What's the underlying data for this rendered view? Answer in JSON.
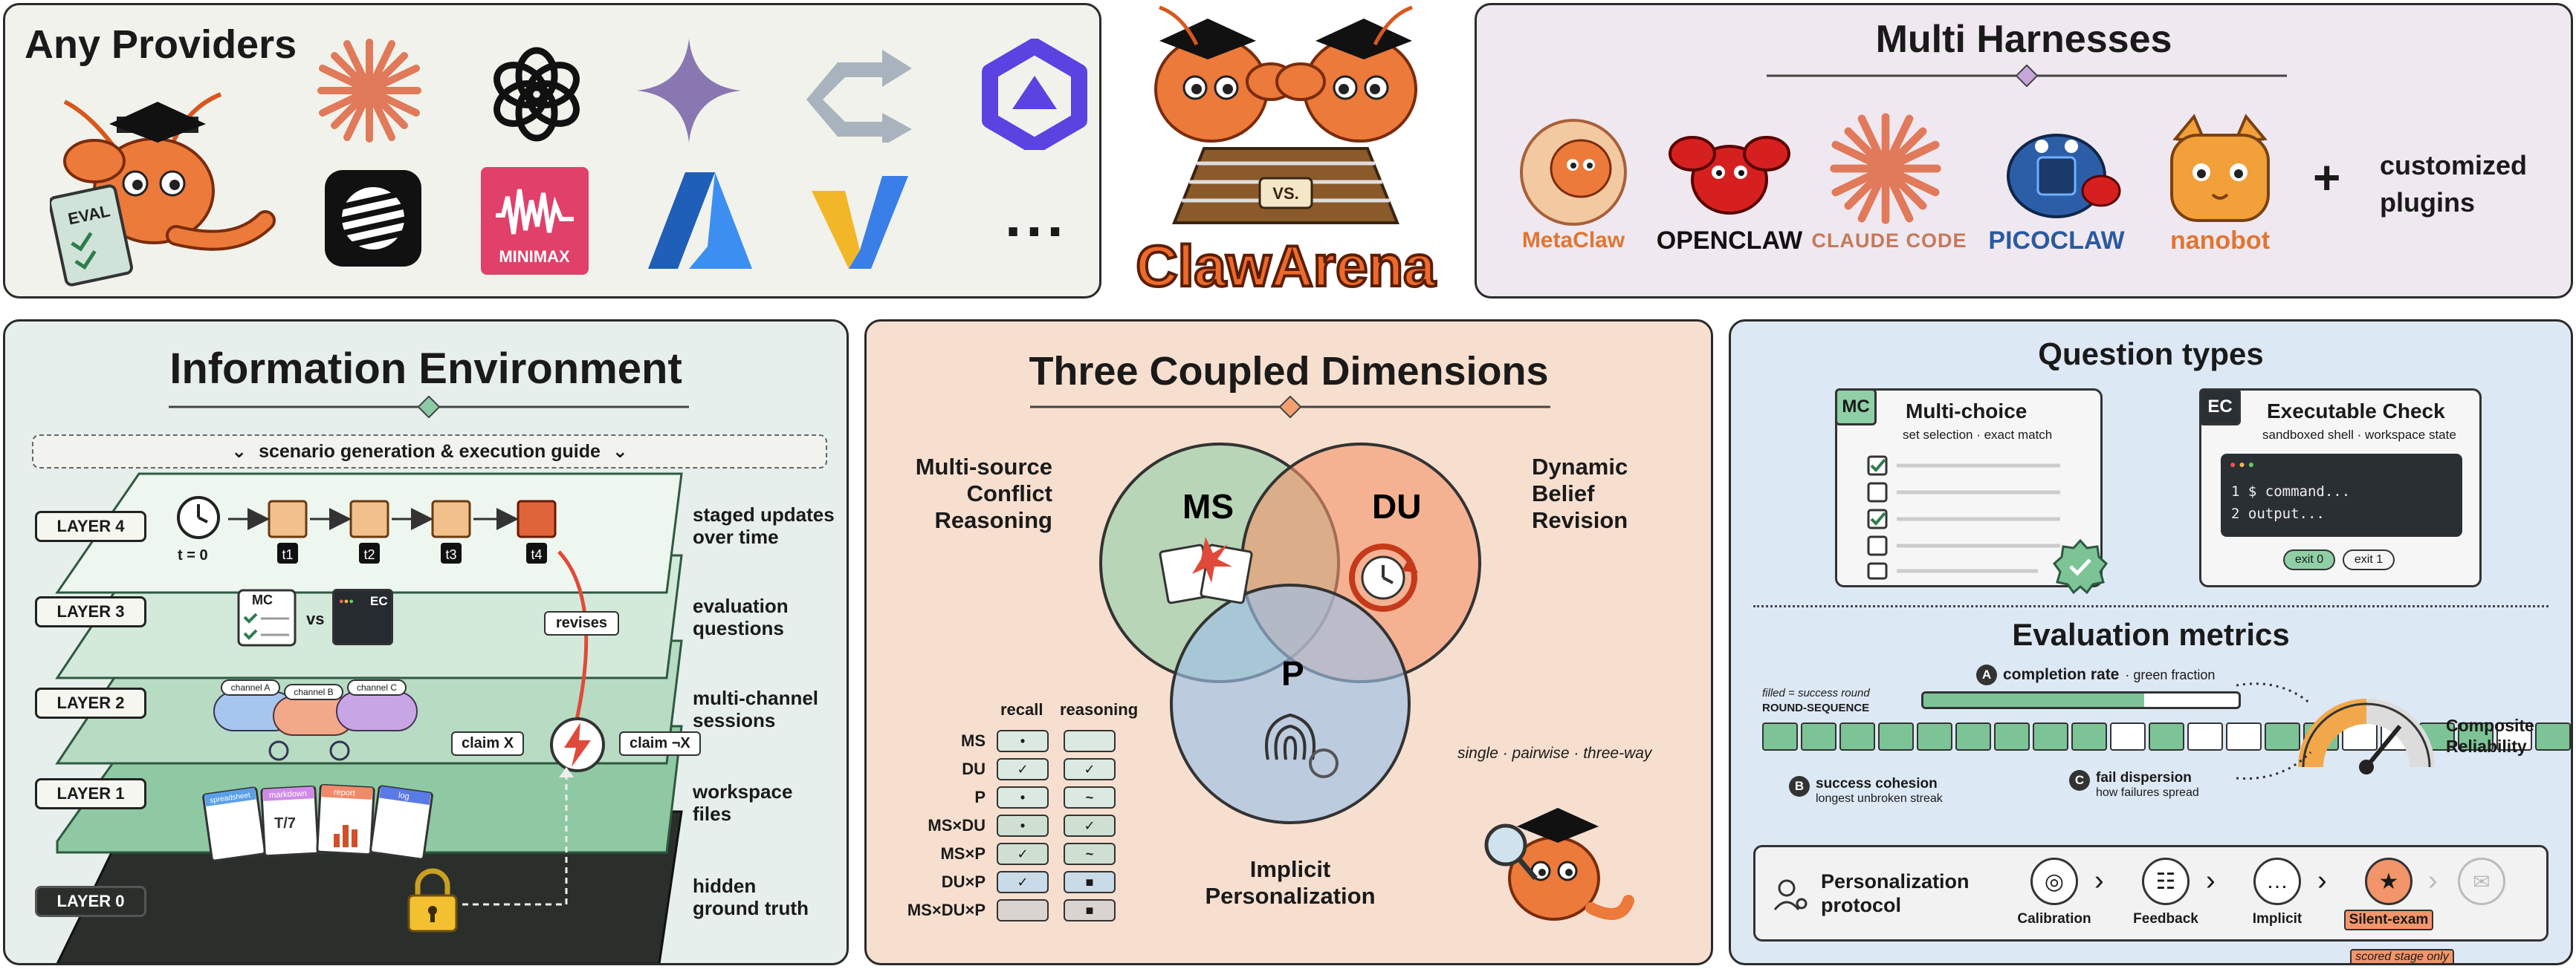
{
  "providers": {
    "title": "Any Providers",
    "eval_label": "EVAL",
    "minimax_label": "MINIMAX",
    "more": "...",
    "icons": [
      "anthropic-burst-icon",
      "openai-knot-icon",
      "gemini-star-icon",
      "arrow-logo-icon",
      "qwen-hex-icon",
      "stripes-logo-icon",
      "minimax-icon",
      "azure-icon",
      "v-logo-icon"
    ]
  },
  "center_logo": {
    "title": "ClawArena",
    "vs": "VS."
  },
  "harnesses": {
    "title": "Multi Harnesses",
    "items": [
      "MetaClaw",
      "OPENCLAW",
      "CLAUDE CODE",
      "PICOCLAW",
      "nanobot"
    ],
    "plus": "+",
    "extra_line1": "customized",
    "extra_line2": "plugins"
  },
  "info_env": {
    "title": "Information Environment",
    "guide": "scenario generation & execution guide",
    "layers": [
      {
        "label": "LAYER 4",
        "desc1": "staged updates",
        "desc2": "over time"
      },
      {
        "label": "LAYER 3",
        "desc1": "evaluation",
        "desc2": "questions"
      },
      {
        "label": "LAYER 2",
        "desc1": "multi-channel",
        "desc2": "sessions"
      },
      {
        "label": "LAYER 1",
        "desc1": "workspace",
        "desc2": "files"
      },
      {
        "label": "LAYER 0",
        "desc1": "hidden",
        "desc2": "ground truth"
      }
    ],
    "t0": "t = 0",
    "timesteps": [
      "t1",
      "t2",
      "t3",
      "t4"
    ],
    "revises": "revises",
    "mc": "MC",
    "vs": "vs",
    "ec": "EC",
    "channels": [
      "channel A",
      "channel B",
      "channel C"
    ],
    "claim_x": "claim X",
    "claim_not_x": "claim ¬X",
    "files": [
      "spreadsheet",
      "markdown",
      "report",
      "log"
    ],
    "file_glyph": "T/7"
  },
  "dimensions": {
    "title": "Three Coupled Dimensions",
    "ms_short": "MS",
    "du_short": "DU",
    "p_short": "P",
    "ms_line1": "Multi-source",
    "ms_line2": "Conflict",
    "ms_line3": "Reasoning",
    "du_line1": "Dynamic",
    "du_line2": "Belief",
    "du_line3": "Revision",
    "p_line1": "Implicit",
    "p_line2": "Personalization",
    "col_recall": "recall",
    "col_reasoning": "reasoning",
    "rows": [
      {
        "name": "MS",
        "recall": "•",
        "reasoning": ""
      },
      {
        "name": "DU",
        "recall": "✓",
        "reasoning": "✓"
      },
      {
        "name": "P",
        "recall": "•",
        "reasoning": "~"
      },
      {
        "name": "MS×DU",
        "recall": "•",
        "reasoning": "✓"
      },
      {
        "name": "MS×P",
        "recall": "✓",
        "reasoning": "~"
      },
      {
        "name": "DU×P",
        "recall": "✓",
        "reasoning": "■"
      },
      {
        "name": "MS×DU×P",
        "recall": "",
        "reasoning": "■"
      }
    ],
    "legend": "single · pairwise · three-way"
  },
  "qtypes": {
    "title": "Question types",
    "mc_badge": "MC",
    "mc_title": "Multi-choice",
    "mc_sub": "set selection · exact match",
    "ec_badge": "EC",
    "ec_title": "Executable Check",
    "ec_sub": "sandboxed shell · workspace state",
    "code1": "$ command...",
    "code2": "output...",
    "exit0": "exit 0",
    "exit1": "exit 1"
  },
  "metrics": {
    "title": "Evaluation metrics",
    "filled_note": "filled = success round",
    "round_seq": "ROUND-SEQUENCE",
    "a_badge": "A",
    "a_title": "completion rate",
    "a_sub": "· green fraction",
    "b_badge": "B",
    "b_title": "success cohesion",
    "b_sub": "longest unbroken streak",
    "c_badge": "C",
    "c_title": "fail dispersion",
    "c_sub": "how failures spread",
    "composite1": "Composite",
    "composite2": "Reliability",
    "completion_fraction": 0.7,
    "sequence": [
      1,
      1,
      1,
      1,
      1,
      1,
      1,
      1,
      1,
      0,
      1,
      0,
      0,
      1,
      1,
      0,
      0,
      1,
      1,
      0,
      1,
      1
    ]
  },
  "personalization": {
    "title1": "Personalization",
    "title2": "protocol",
    "stages": [
      "Calibration",
      "Feedback",
      "Implicit",
      "Silent-exam"
    ],
    "note": "scored stage only",
    "arrow": "›"
  }
}
